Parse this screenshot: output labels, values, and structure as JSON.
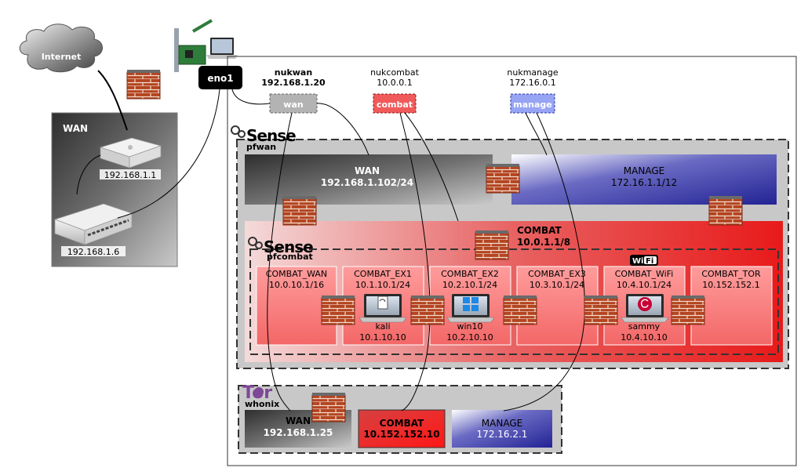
{
  "internet": {
    "label": "Internet"
  },
  "wan_zone": {
    "title": "WAN",
    "router_ip": "192.168.1.1",
    "switch_ip": "192.168.1.6"
  },
  "host_nic": {
    "label": "eno1"
  },
  "bridges": {
    "nukwan": {
      "name": "nukwan",
      "ip": "192.168.1.20",
      "tag": "wan"
    },
    "nukcombat": {
      "name": "nukcombat",
      "ip": "10.0.0.1",
      "tag": "combat"
    },
    "nukmanage": {
      "name": "nukmanage",
      "ip": "172.16.0.1",
      "tag": "manage"
    }
  },
  "pfwan": {
    "logo": "Sense",
    "name": "pfwan",
    "wan": {
      "title": "WAN",
      "ip": "192.168.1.102/24"
    },
    "manage": {
      "title": "MANAGE",
      "ip": "172.16.1.1/12"
    },
    "combat": {
      "title": "COMBAT",
      "ip": "10.0.1.1/8"
    }
  },
  "pfcombat": {
    "logo": "Sense",
    "name": "pfcombat",
    "wifi_badge": {
      "left": "Wi",
      "right": "Fi"
    },
    "segments": [
      {
        "name": "COMBAT_WAN",
        "ip": "10.0.10.1/16"
      },
      {
        "name": "COMBAT_EX1",
        "ip": "10.1.10.1/24",
        "host": "kali",
        "host_ip": "10.1.10.10"
      },
      {
        "name": "COMBAT_EX2",
        "ip": "10.2.10.1/24",
        "host": "win10",
        "host_ip": "10.2.10.10"
      },
      {
        "name": "COMBAT_EX3",
        "ip": "10.3.10.1/24"
      },
      {
        "name": "COMBAT_WiFi",
        "ip": "10.4.10.1/24",
        "host": "sammy",
        "host_ip": "10.4.10.10"
      },
      {
        "name": "COMBAT_TOR",
        "ip": "10.152.152.1"
      }
    ]
  },
  "whonix": {
    "logo": "Tor",
    "name": "whonix",
    "wan": {
      "title": "WAN",
      "ip": "192.168.1.25"
    },
    "combat": {
      "title": "COMBAT",
      "ip": "10.152.152.10"
    },
    "manage": {
      "title": "MANAGE",
      "ip": "172.16.2.1"
    }
  }
}
